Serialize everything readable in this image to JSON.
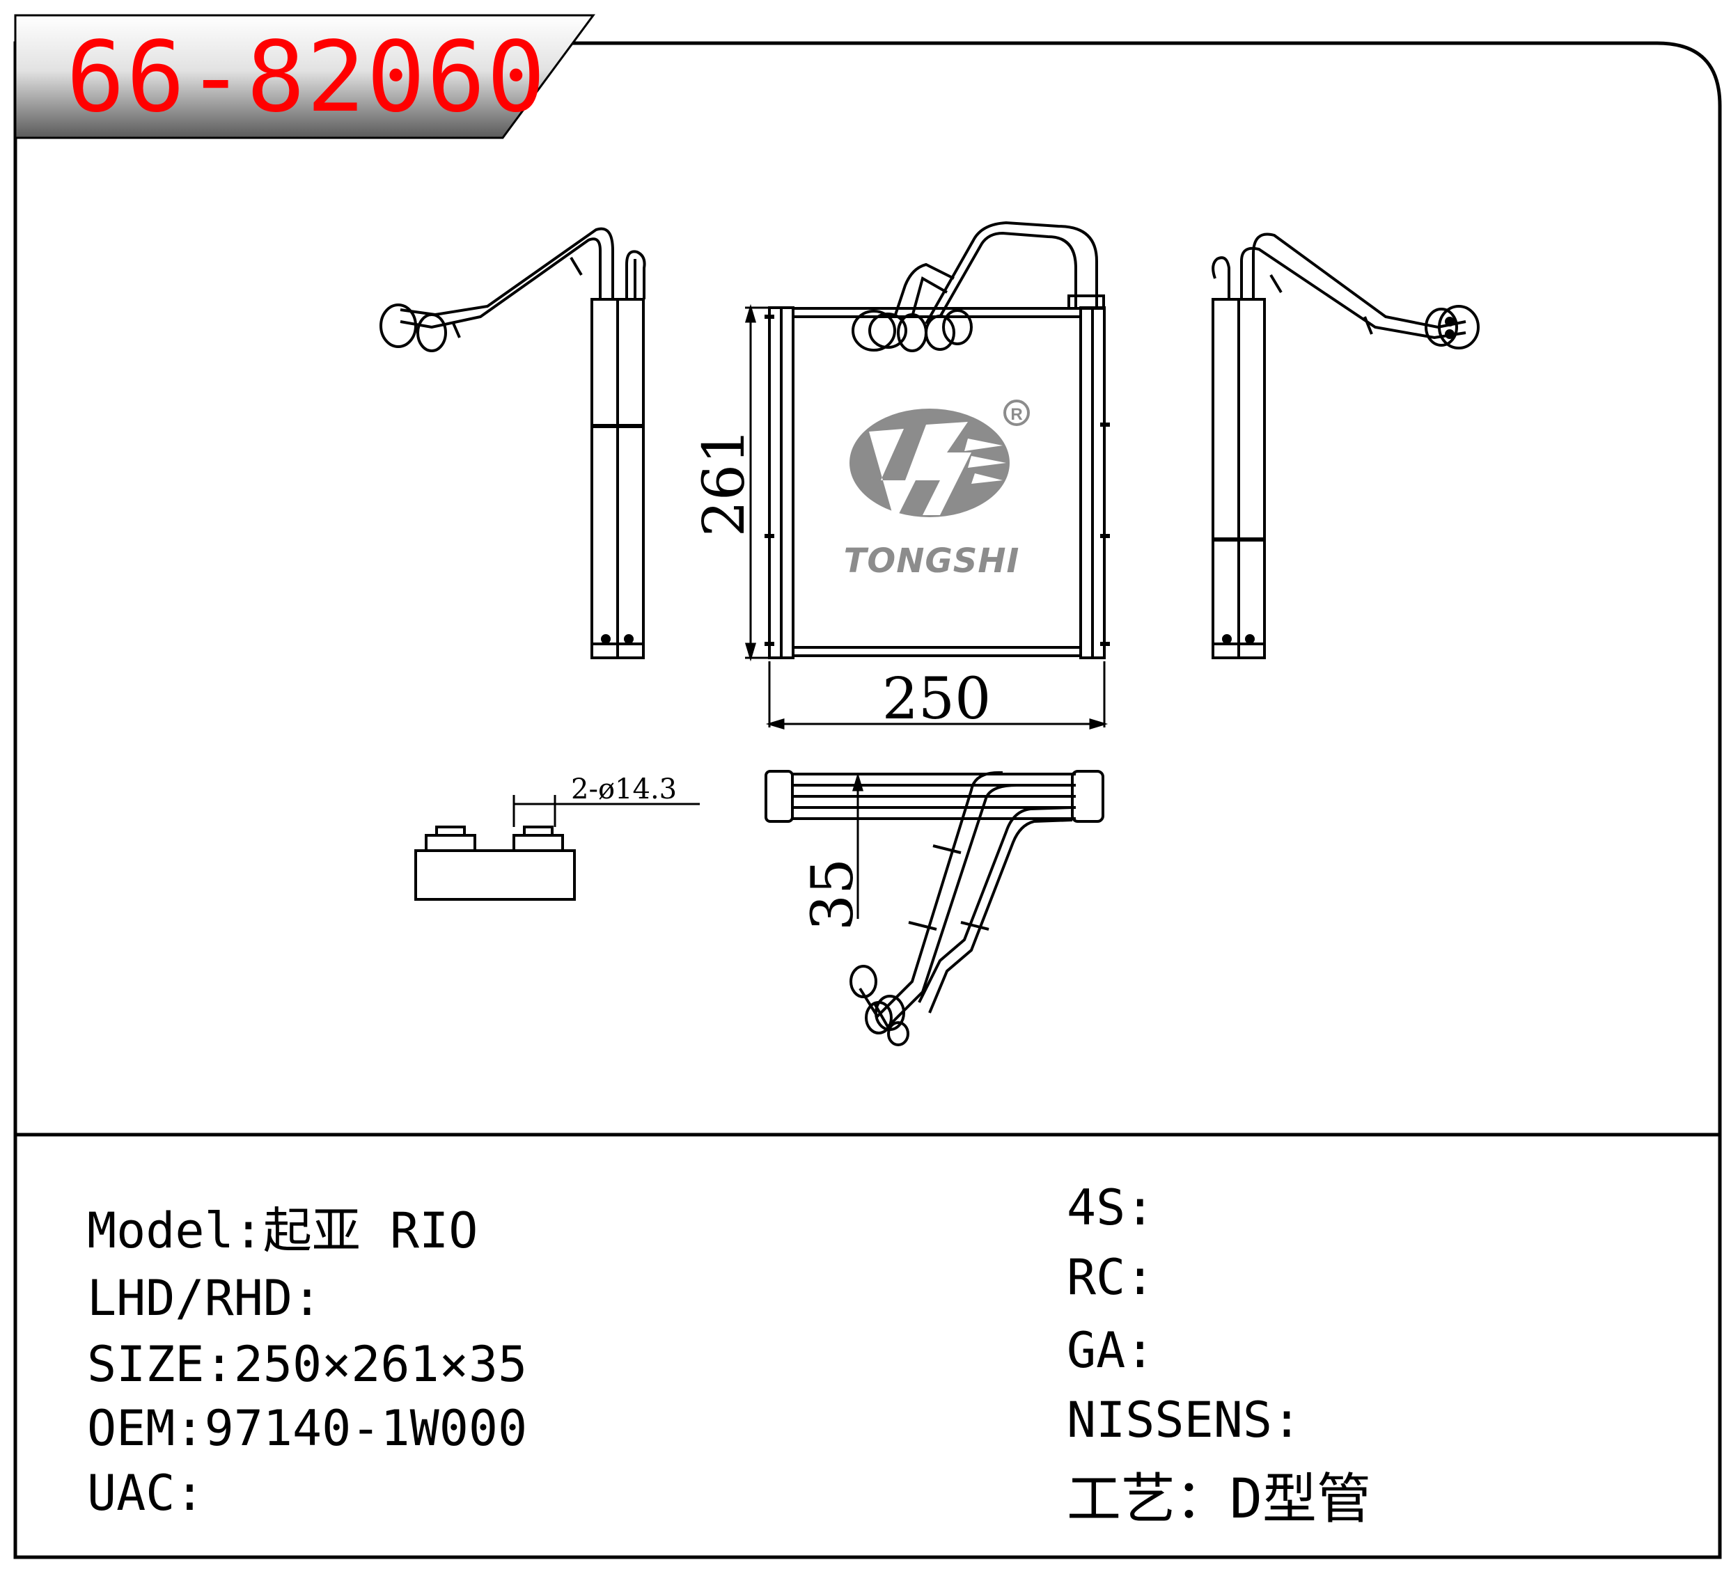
{
  "part_number": "66-82060",
  "brand": {
    "name": "TONGSHI",
    "registered_mark": "R",
    "colors": {
      "logo_gray": "#8c8c8c",
      "part_number_red": "#ff0000",
      "line": "#000000"
    }
  },
  "dimensions": {
    "height": "261",
    "width": "250",
    "depth": "35",
    "pipe_diameter": "2-ø14.3"
  },
  "specs_left": [
    {
      "label": "Model:",
      "value": "起亚 RIO"
    },
    {
      "label": "LHD/RHD:",
      "value": ""
    },
    {
      "label": "SIZE:",
      "value": "250×261×35"
    },
    {
      "label": "OEM:",
      "value": "97140-1W000"
    },
    {
      "label": "UAC:",
      "value": ""
    }
  ],
  "specs_right": [
    {
      "label": "4S:",
      "value": ""
    },
    {
      "label": "RC:",
      "value": ""
    },
    {
      "label": "GA:",
      "value": ""
    },
    {
      "label": "NISSENS:",
      "value": ""
    },
    {
      "label": "工艺：",
      "value": "D型管"
    }
  ]
}
